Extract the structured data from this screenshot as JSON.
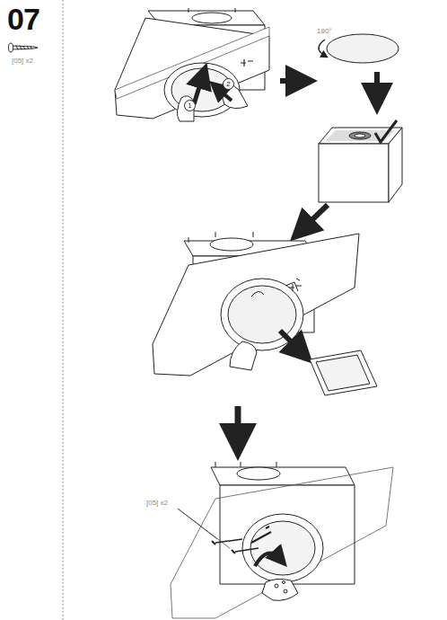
{
  "diagram": {
    "labels": [
      "07",
      "[05] x2",
      "180°",
      "1",
      "2",
      "[05] x2"
    ]
  }
}
